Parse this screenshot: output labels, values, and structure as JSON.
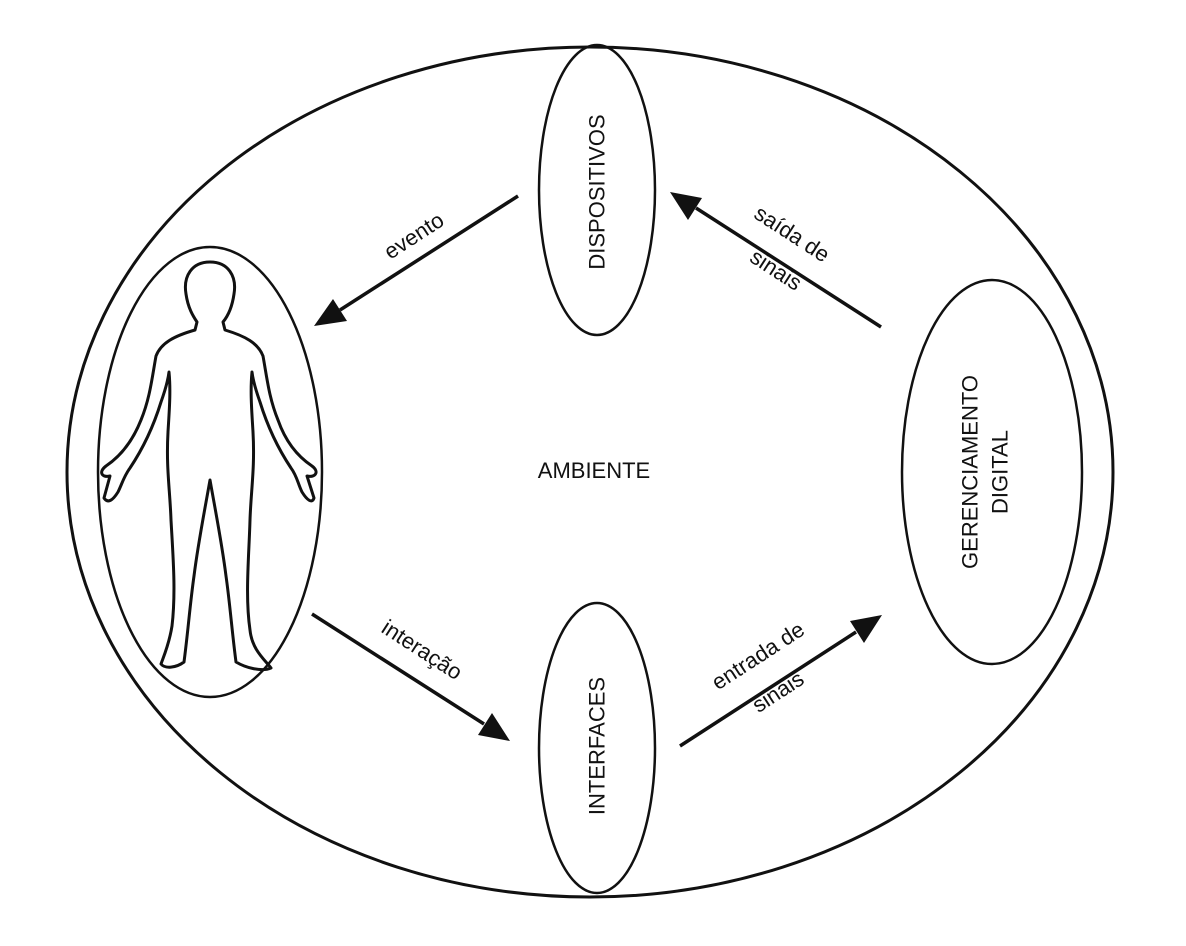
{
  "nodes": {
    "environment": "AMBIENTE",
    "devices": "DISPOSITIVOS",
    "interfaces": "INTERFACES",
    "digital_management": [
      "GERENCIAMENTO",
      "DIGITAL"
    ]
  },
  "edges": {
    "event": "evento",
    "interaction": "interação",
    "signal_output": [
      "saída de",
      "sinais"
    ],
    "signal_input": [
      "entrada de",
      "sinais"
    ]
  },
  "icons": {
    "human": "human-figure-icon"
  },
  "colors": {
    "stroke": "#111111",
    "background": "#ffffff"
  }
}
